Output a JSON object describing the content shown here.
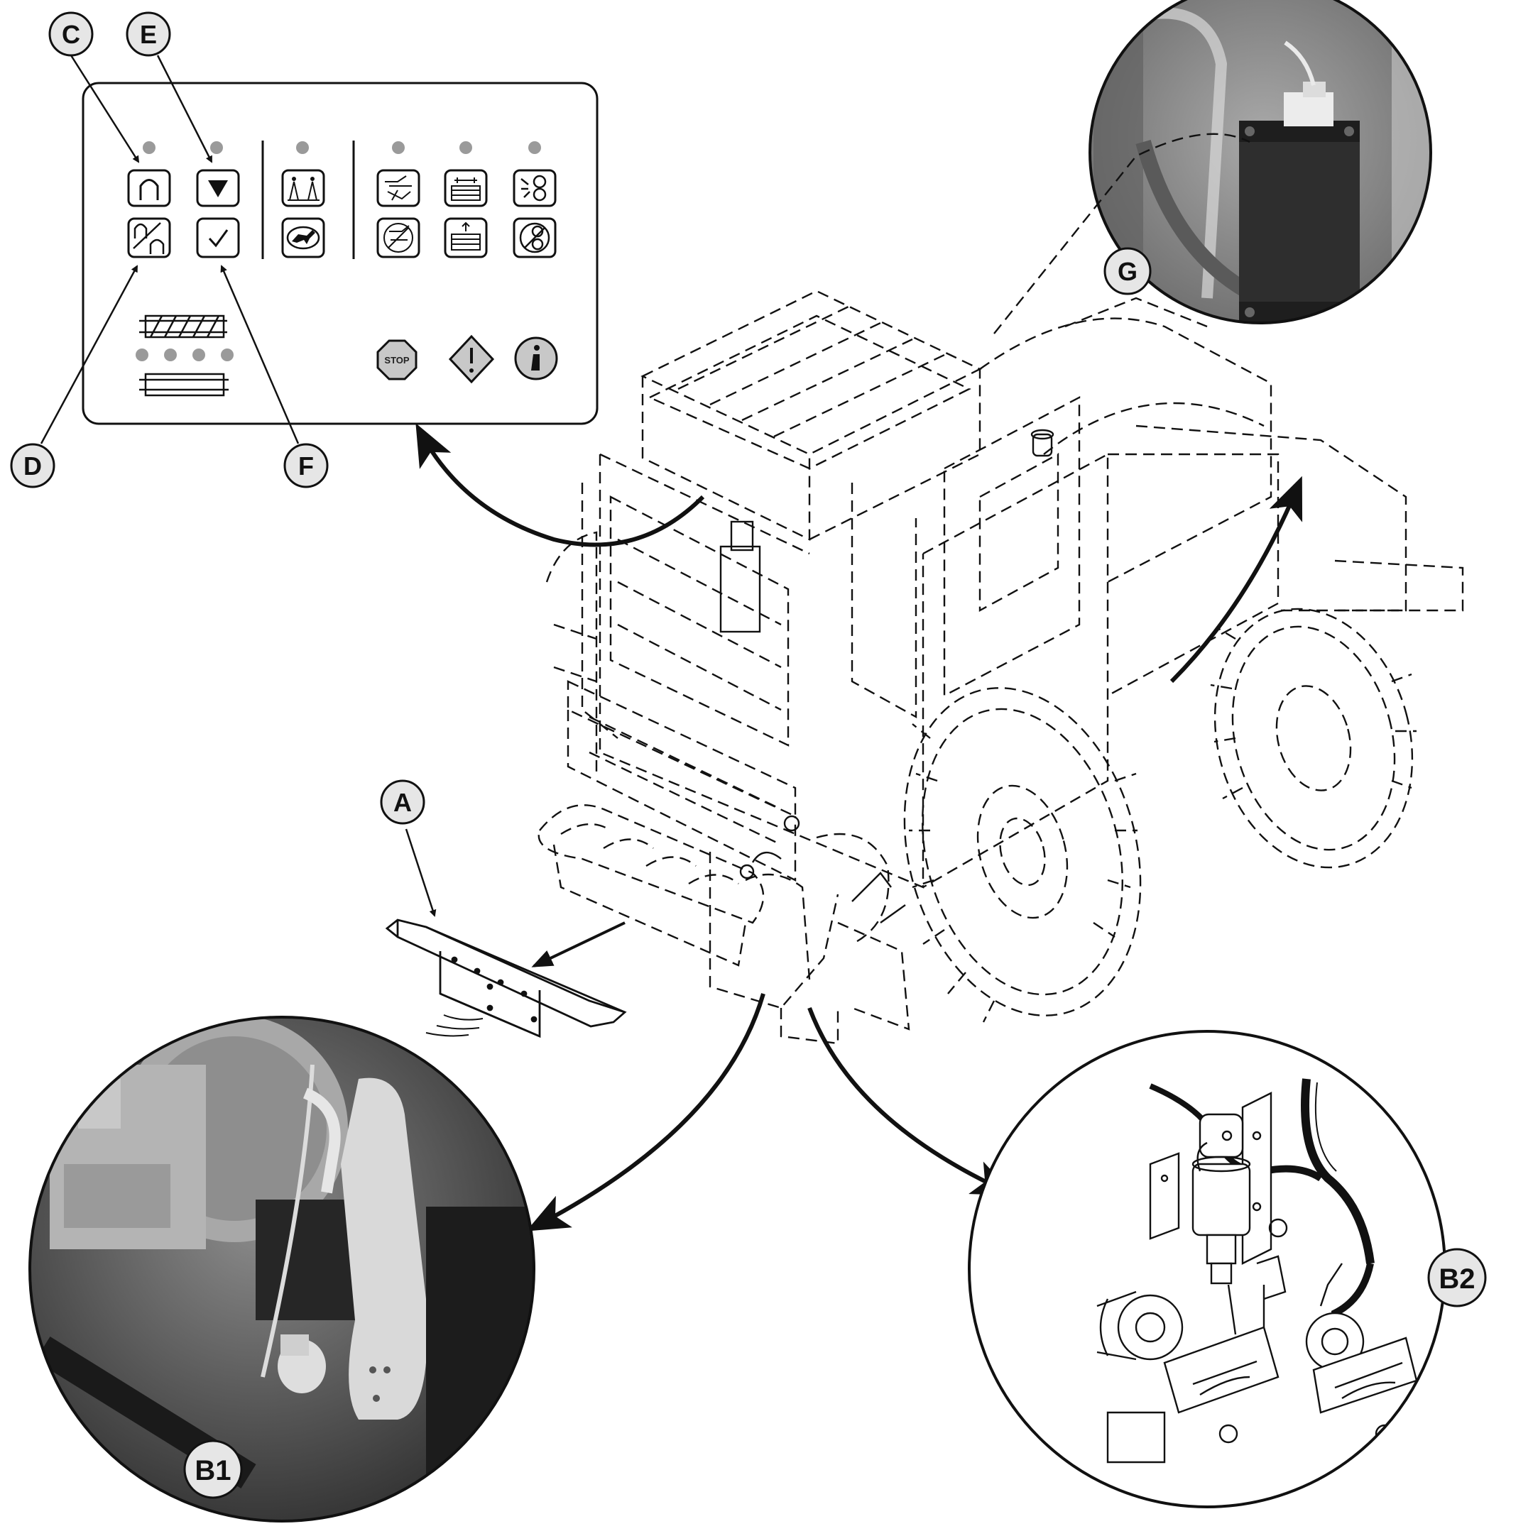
{
  "figure": {
    "callouts": {
      "A": "A",
      "B1": "B1",
      "B2": "B2",
      "C": "C",
      "D": "D",
      "E": "E",
      "F": "F",
      "G": "G"
    },
    "control_panel": {
      "stop_label": "STOP",
      "buttons": [
        "horseshoe-icon",
        "horseshoe-reset-icon",
        "down-arrow-icon",
        "checkmark-icon",
        "twine-wrap-icon",
        "deer-logo-icon",
        "knife-icon",
        "knife-off-icon",
        "bale-density-icon",
        "bale-density-up-icon",
        "rotor-icon",
        "rotor-off-icon",
        "stop-icon",
        "warning-icon",
        "info-icon"
      ]
    },
    "colors": {
      "line": "#111111",
      "photo_dark": "#3a3a3a",
      "photo_mid": "#8a8a8a",
      "photo_light": "#cfcfcf",
      "led": "#9a9a9a",
      "callout_fill": "#e6e6e6"
    }
  }
}
